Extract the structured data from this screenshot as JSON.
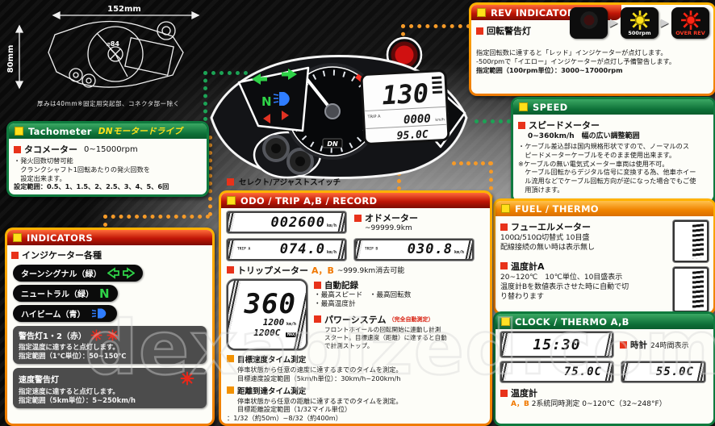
{
  "watermark": "dexapized.com",
  "icons": {
    "lamp_arrow": "▶"
  },
  "diagram": {
    "width_label": "152mm",
    "height_label": "80mm",
    "dia_label": "⌀84",
    "caption": "厚みは40mm※固定用突起部、コネクタ部ー除く"
  },
  "meter": {
    "lcd_speed": "130",
    "lcd_trip_label": "TRIP A",
    "lcd_trip_value": "0000",
    "lcd_trip_unit": "km/h",
    "lcd_temp": "95.0C",
    "neutral": "N",
    "brand": "DN",
    "select_label": "セレクト/アジャストスイッチ"
  },
  "tachometer_panel": {
    "title": "Tachometer",
    "brand": "DNモータードライブ",
    "subtitle": "タコメーター",
    "range": "0~15000rpm",
    "lines": [
      "・発火回数切替可能",
      "　クランクシャフト1回転あたりの発火回数を",
      "　設定出来ます。",
      "設定範囲：0.5、1、1.5、2、2.5、3、4、5、6回"
    ]
  },
  "rev_panel": {
    "title": "REV INDICATOR",
    "subtitle": "回転警告灯",
    "lamp_yellow_label": "500rpm",
    "lamp_red_label": "OVER REV",
    "lines": [
      "指定回転数に達すると「レッド」インジケーターが点灯します。",
      "-500rpmで「イエロー」インジケーターが点灯し予備警告します。",
      "指定範囲（100rpm単位）：3000~17000rpm"
    ]
  },
  "speed_panel": {
    "title": "SPEED",
    "subtitle": "スピードメーター",
    "range": "0~360km/h　幅の広い調整範囲",
    "lines": [
      "・ケーブル差込部は国内規格形状ですので、ノーマルのス",
      "　ピードメーターケーブルをそのまま使用出来ます。",
      "※ケーブルの無い電気式メーター車両は使用不可。",
      "　ケーブル回転からデジタル信号に変換する為、他車ホイー",
      "　ル流用などでケーブル回転方向が逆になった場合でもご使",
      "　用頂けます。"
    ]
  },
  "fuel_panel": {
    "title": "FUEL / THERMO",
    "fuel_title": "フューエルメーター",
    "fuel_lines": [
      "100Ω/510Ω切替式 10目盛",
      "配線接続の無い時は表示無し"
    ],
    "thermo_title": "温度計A",
    "thermo_lines": [
      "20~120℃　10℃単位、10目盛表示",
      "温度計Bを数値表示させた時に自動で切",
      "り替わります"
    ]
  },
  "clock_panel": {
    "title": "CLOCK / THERMO A,B",
    "clock_value": "15:30",
    "clock_label": "時計",
    "clock_desc": "24時間表示",
    "temp_a": "75.0C",
    "temp_b": "55.0C",
    "thermo_title": "温度計",
    "thermo_ab": "A，B",
    "thermo_desc": "2系統同時測定 0~120℃（32~248°F）"
  },
  "indicators_panel": {
    "title": "INDICATORS",
    "subtitle": "インジケーター各種",
    "turn_label": "ターンシグナル（緑）",
    "neutral_label": "ニュートラル（緑）",
    "neutral_icon": "N",
    "highbeam_label": "ハイビーム（青）",
    "warn1_title": "警告灯1・2（赤）",
    "warn1_lines": [
      "指定温度に達すると点灯します。",
      "指定範囲（1℃単位）：50~150℃"
    ],
    "warn2_title": "速度警告灯",
    "warn2_lines": [
      "指定速度に達すると点灯します。",
      "指定範囲（5km単位）：5~250km/h"
    ]
  },
  "odo_panel": {
    "title": "ODO / TRIP A,B / RECORD",
    "odo_value": "002600",
    "odo_unit": "km/h",
    "odo_label": "オドメーター",
    "odo_range": "~99999.9km",
    "trip_a_tag": "TRIP A",
    "trip_b_tag": "TRIP B",
    "trip_a_value": "074.0",
    "trip_b_value": "030.8",
    "trip_label": "トリップメーター",
    "trip_ab": "A，B",
    "trip_range": "~999.9km消去可能",
    "rec_speed": "360",
    "rec_line2": "1200",
    "rec_line2_unit": "km/h",
    "rec_line3": "1200C",
    "rec_line3_badge": "MAX",
    "auto_title": "自動記録",
    "auto_lines": [
      "・最高スピード　・最高回転数",
      "・最高温度計"
    ],
    "power_title": "パワーシステム",
    "power_note": "（完全自動測定）",
    "power_lines": [
      "フロントホイールの回転開始に連動し計測",
      "スタート。目標速度（距離）に達すると自動",
      "で計測ストップ。"
    ],
    "tgt_speed_title": "目標速度タイム測定",
    "tgt_speed_lines": [
      "停車状態から任意の速度に達するまでのタイムを測定。",
      "目標速度設定範囲（5km/h単位）：30km/h~200km/h"
    ],
    "tgt_dist_title": "距離到達タイム測定",
    "tgt_dist_lines": [
      "停車状態から任意の距離に達するまでのタイムを測定。",
      "目標距離設定範囲（1/32マイル単位）",
      "：1/32（約50m）~8/32（約400m）"
    ]
  }
}
